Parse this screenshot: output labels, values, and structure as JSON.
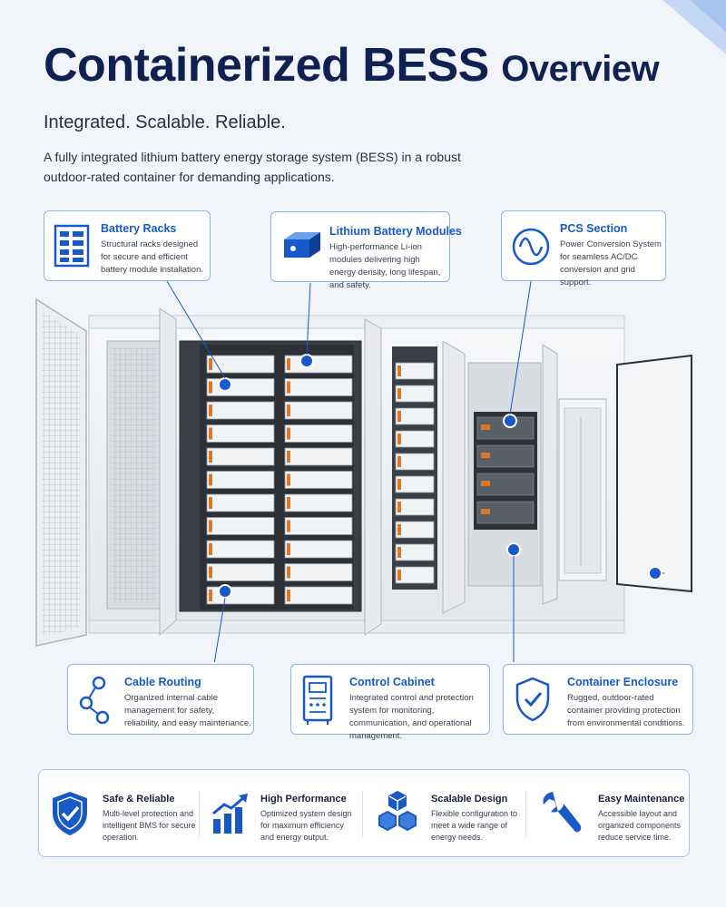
{
  "header": {
    "title_a": "Containerized BESS",
    "title_b": "Overview",
    "subtitle": "Integrated. Scalable. Reliable.",
    "intro": "A fully integrated lithium battery energy storage system (BESS) in a robust outdoor-rated container for demanding applications."
  },
  "callouts": {
    "battery_racks": {
      "title": "Battery Racks",
      "text": "Structural racks designed for secure and efficient battery module installation.",
      "icon": "battery-rack-icon"
    },
    "battery_modules": {
      "title": "Lithium Battery Modules",
      "text": "High-performance Li-ion modules delivering high energy density, long lifespan, and safety.",
      "icon": "battery-module-icon"
    },
    "pcs": {
      "title": "PCS Section",
      "text": "Power Conversion System for seamless AC/DC conversion and grid support.",
      "icon": "sine-wave-icon"
    },
    "cable_routing": {
      "title": "Cable Routing",
      "text": "Organized internal cable management for safety, reliability, and easy maintenance.",
      "icon": "cable-routing-icon"
    },
    "control_cabinet": {
      "title": "Control Cabinet",
      "text": "Integrated control and protection system for monitoring, communication, and operational management.",
      "icon": "control-cabinet-icon"
    },
    "enclosure": {
      "title": "Container Enclosure",
      "text": "Rugged, outdoor-rated container providing protection from environmental conditions.",
      "icon": "shield-check-icon"
    }
  },
  "benefits": [
    {
      "title": "Safe & Reliable",
      "text": "Multi-level protection and intelligent BMS for secure operation.",
      "icon": "shield-check-icon"
    },
    {
      "title": "High Performance",
      "text": "Optimized system design for maximum efficiency and energy output.",
      "icon": "growth-chart-icon"
    },
    {
      "title": "Scalable Design",
      "text": "Flexible configuration to meet a wide range of energy needs.",
      "icon": "stacked-cubes-icon"
    },
    {
      "title": "Easy Maintenance",
      "text": "Accessible layout and organized components reduce service time.",
      "icon": "wrench-icon"
    }
  ],
  "colors": {
    "accent": "#1759c8",
    "title": "#0f2150",
    "border": "#8db2e6",
    "background": "#f1f5fa"
  }
}
